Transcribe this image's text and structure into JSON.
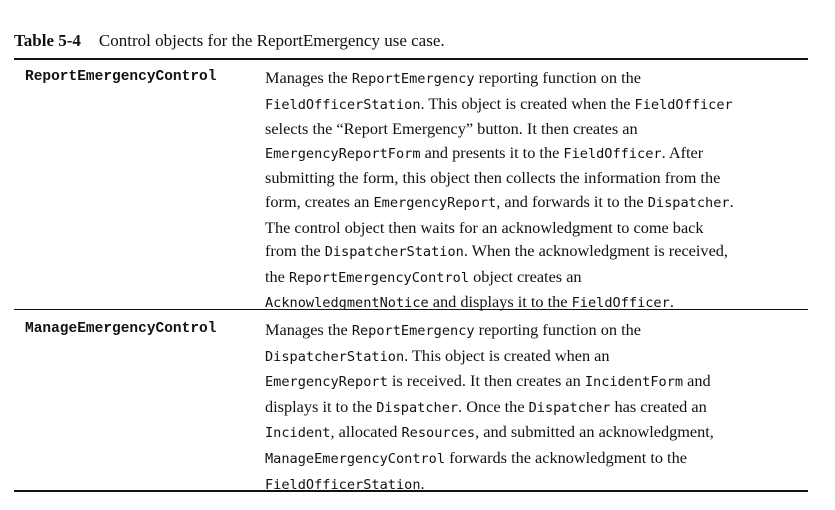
{
  "table": {
    "number": "Table 5-4",
    "caption": "Control objects for the ReportEmergency use case.",
    "rows": [
      {
        "term": "ReportEmergencyControl",
        "lines": [
          [
            [
              "Manages the ",
              0
            ],
            [
              "ReportEmergency",
              1
            ],
            [
              " reporting function on the",
              0
            ]
          ],
          [
            [
              "FieldOfficerStation",
              1
            ],
            [
              ". This object is created when the ",
              0
            ],
            [
              "FieldOfficer",
              1
            ]
          ],
          [
            [
              "selects the “Report Emergency” button. It then creates an",
              0
            ]
          ],
          [
            [
              "EmergencyReportForm",
              1
            ],
            [
              " and presents it to the ",
              0
            ],
            [
              "FieldOfficer",
              1
            ],
            [
              ". After",
              0
            ]
          ],
          [
            [
              "submitting the form, this object then collects the information from the",
              0
            ]
          ],
          [
            [
              "form, creates an ",
              0
            ],
            [
              "EmergencyReport",
              1
            ],
            [
              ", and forwards it to the ",
              0
            ],
            [
              "Dispatcher",
              1
            ],
            [
              ".",
              0
            ]
          ],
          [
            [
              "The control object then waits for an acknowledgment to come back",
              0
            ]
          ],
          [
            [
              "from the ",
              0
            ],
            [
              "DispatcherStation",
              1
            ],
            [
              ". When the acknowledgment is received,",
              0
            ]
          ],
          [
            [
              "the ",
              0
            ],
            [
              "ReportEmergencyControl",
              1
            ],
            [
              " object creates an",
              0
            ]
          ],
          [
            [
              "AcknowledgmentNotice",
              1
            ],
            [
              " and displays it to the ",
              0
            ],
            [
              "FieldOfficer",
              1
            ],
            [
              ".",
              0
            ]
          ]
        ]
      },
      {
        "term": "ManageEmergencyControl",
        "lines": [
          [
            [
              "Manages the ",
              0
            ],
            [
              "ReportEmergency",
              1
            ],
            [
              " reporting function on the",
              0
            ]
          ],
          [
            [
              "DispatcherStation",
              1
            ],
            [
              ". This object is created when an",
              0
            ]
          ],
          [
            [
              "EmergencyReport",
              1
            ],
            [
              " is received. It then creates an ",
              0
            ],
            [
              "IncidentForm",
              1
            ],
            [
              " and",
              0
            ]
          ],
          [
            [
              "displays it to the ",
              0
            ],
            [
              "Dispatcher",
              1
            ],
            [
              ". Once the ",
              0
            ],
            [
              "Dispatcher",
              1
            ],
            [
              " has created an",
              0
            ]
          ],
          [
            [
              "Incident",
              1
            ],
            [
              ", allocated ",
              0
            ],
            [
              "Resources",
              1
            ],
            [
              ", and submitted an acknowledgment,",
              0
            ]
          ],
          [
            [
              "ManageEmergencyControl",
              1
            ],
            [
              " forwards the acknowledgment to the",
              0
            ]
          ],
          [
            [
              "FieldOfficerStation",
              1
            ],
            [
              ".",
              0
            ]
          ]
        ]
      }
    ]
  }
}
